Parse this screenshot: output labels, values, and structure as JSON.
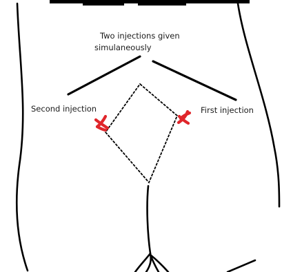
{
  "labels": {
    "heading_line1": "Two injections given",
    "heading_line2": "simulaneously",
    "second_injection": "Second injection",
    "first_injection": "First injection"
  },
  "colors": {
    "background": "#ffffff",
    "outline": "#000000",
    "injection_mark": "#e0262b"
  }
}
